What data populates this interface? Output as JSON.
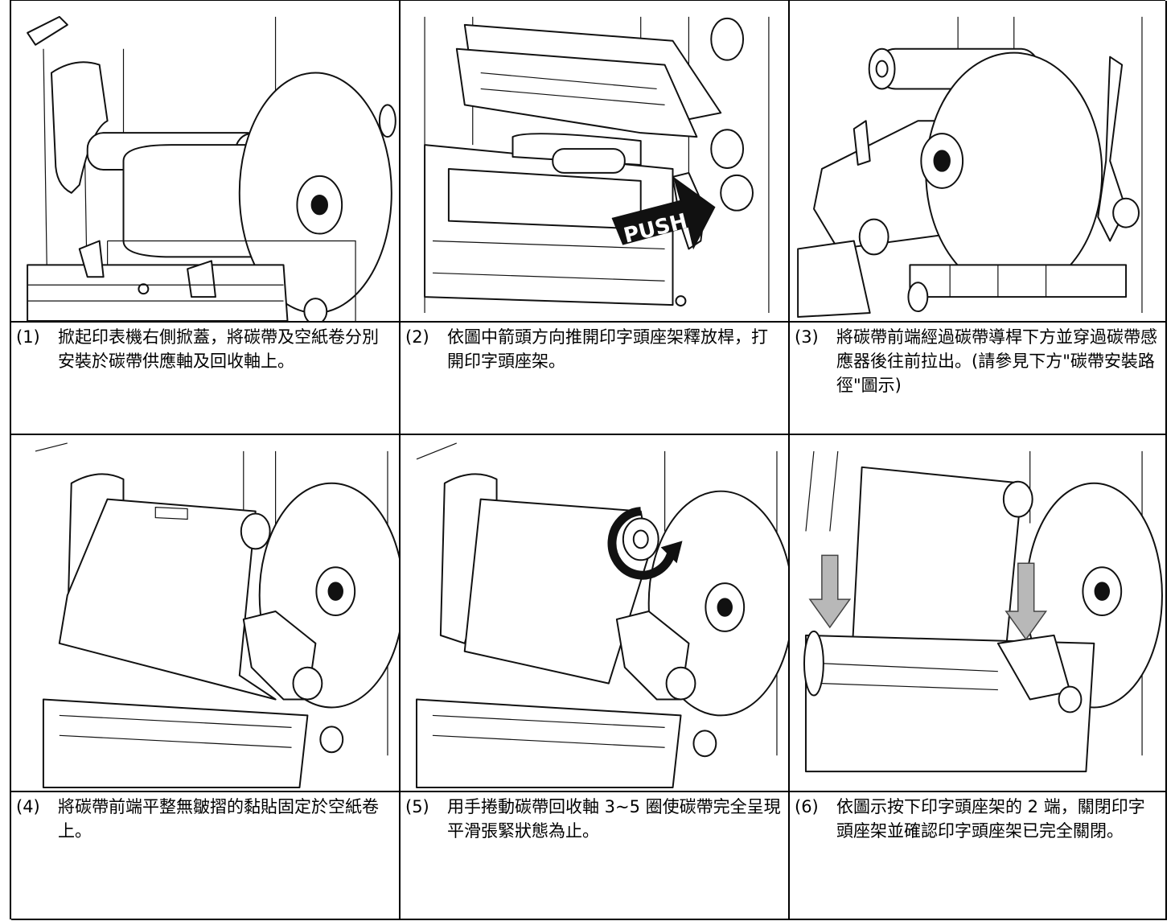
{
  "steps": [
    {
      "number": "(1)",
      "text": "掀起印表機右側掀蓋，將碳帶及空紙卷分別安裝於碳帶供應軸及回收軸上。"
    },
    {
      "number": "(2)",
      "text": "依圖中箭頭方向推開印字頭座架釋放桿，打開印字頭座架。"
    },
    {
      "number": "(3)",
      "text": "將碳帶前端經過碳帶導桿下方並穿過碳帶感應器後往前拉出。(請參見下方\"碳帶安裝路徑\"圖示)"
    },
    {
      "number": "(4)",
      "text": "將碳帶前端平整無皺摺的黏貼固定於空紙卷上。"
    },
    {
      "number": "(5)",
      "text": "用手捲動碳帶回收軸 3~5 圈使碳帶完全呈現平滑張緊狀態為止。"
    },
    {
      "number": "(6)",
      "text": "依圖示按下印字頭座架的 2 端，關閉印字頭座架並確認印字頭座架已完全關閉。"
    }
  ],
  "figure_labels": {
    "push": "PUSH"
  }
}
